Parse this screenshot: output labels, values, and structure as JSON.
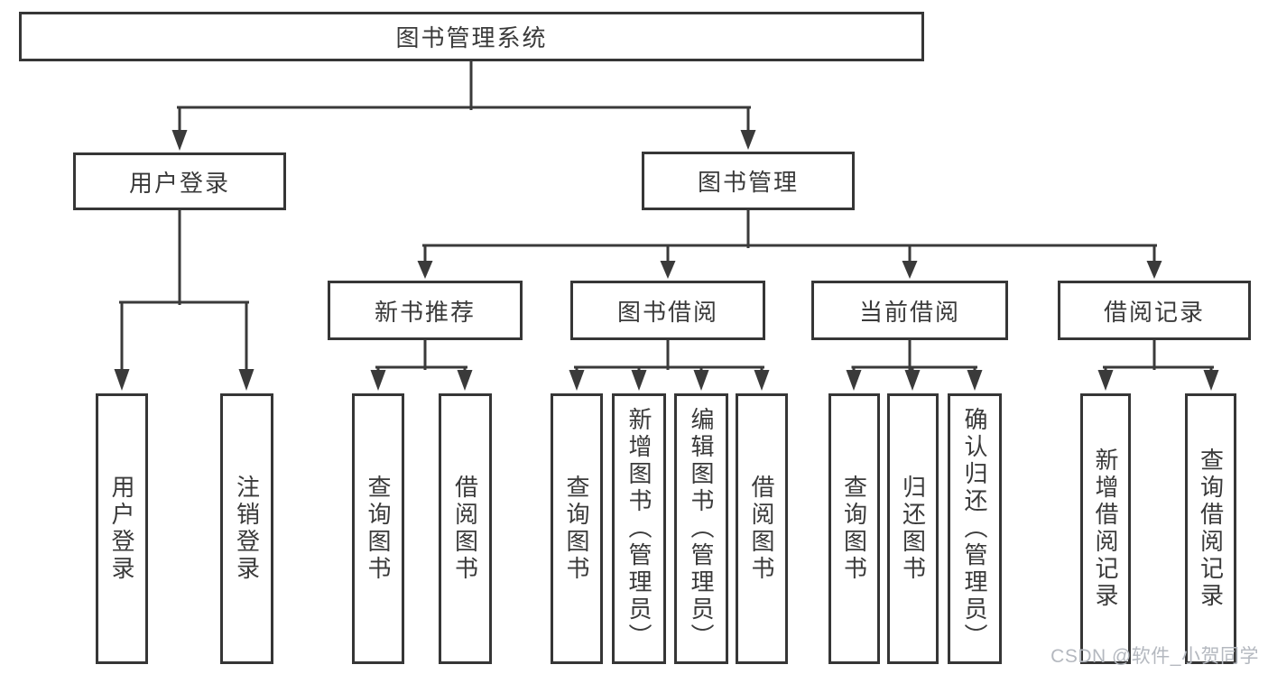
{
  "diagram": {
    "root": {
      "label": "图书管理系统"
    },
    "branches": [
      {
        "label": "用户登录",
        "children": [
          {
            "label": "用户登录"
          },
          {
            "label": "注销登录"
          }
        ]
      },
      {
        "label": "图书管理",
        "children": [
          {
            "label": "新书推荐",
            "children": [
              {
                "label": "查询图书"
              },
              {
                "label": "借阅图书"
              }
            ]
          },
          {
            "label": "图书借阅",
            "children": [
              {
                "label": "查询图书"
              },
              {
                "label": "新增图书（管理员）"
              },
              {
                "label": "编辑图书（管理员）"
              },
              {
                "label": "借阅图书"
              }
            ]
          },
          {
            "label": "当前借阅",
            "children": [
              {
                "label": "查询图书"
              },
              {
                "label": "归还图书"
              },
              {
                "label": "确认归还（管理员）"
              }
            ]
          },
          {
            "label": "借阅记录",
            "children": [
              {
                "label": "新增借阅记录"
              },
              {
                "label": "查询借阅记录"
              }
            ]
          }
        ]
      }
    ]
  },
  "watermark": {
    "text": "CSDN @软件_小贺同学"
  },
  "colors": {
    "line": "#3a3a3a",
    "box_border": "#363636",
    "text": "#3a3a3a",
    "watermark": "#b4b8bf",
    "background": "#ffffff"
  }
}
